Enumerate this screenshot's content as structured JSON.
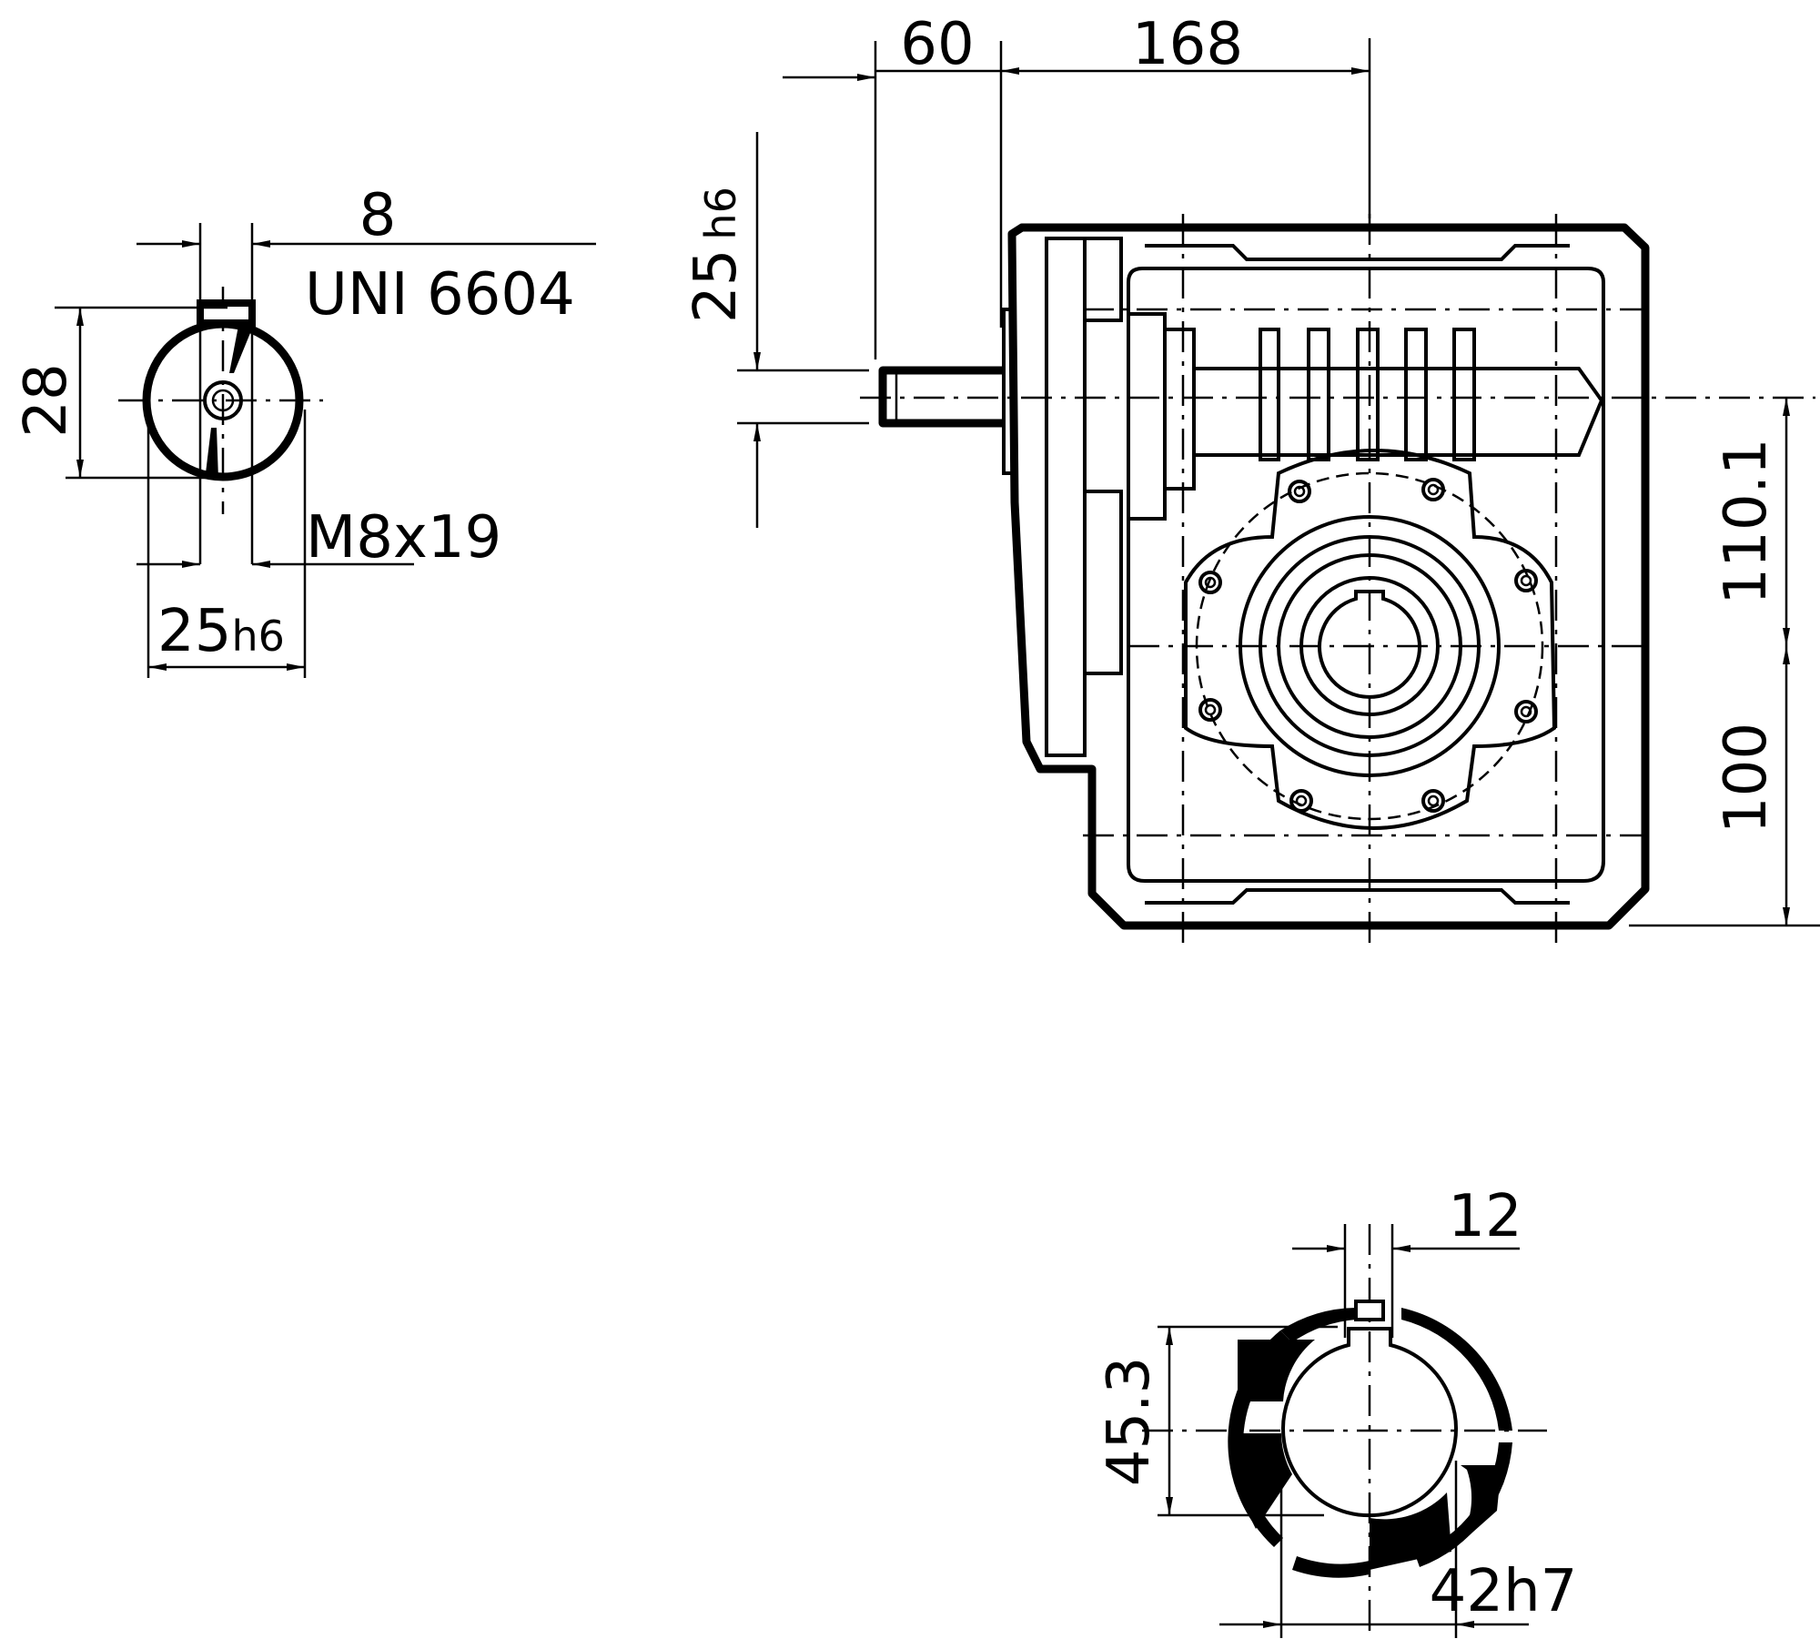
{
  "shaft_end_view": {
    "key_width": "8",
    "key_standard": "UNI 6604",
    "key_height": "28",
    "thread": "M8x19",
    "diameter": "25",
    "diameter_tolerance": "h6"
  },
  "side_view": {
    "shaft_length": "60",
    "shaft_to_center": "168",
    "shaft_diameter": "25",
    "shaft_diameter_tolerance": "h6",
    "input_axis_to_output_axis": "110.1",
    "output_axis_to_base": "100"
  },
  "hollow_shaft_view": {
    "key_width": "12",
    "key_depth": "45.3",
    "bore": "42h7"
  }
}
